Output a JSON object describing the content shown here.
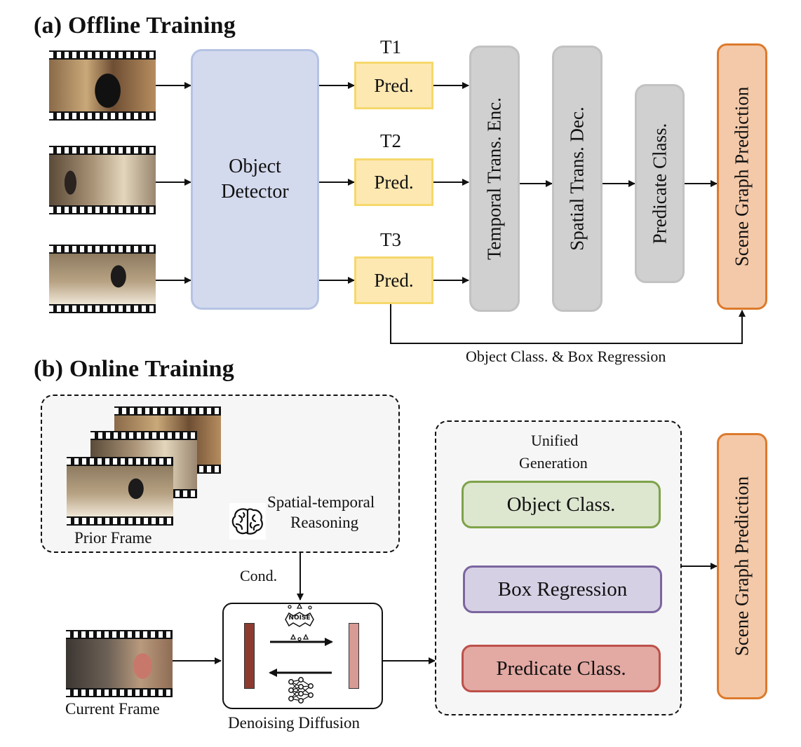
{
  "offline": {
    "title": "(a) Offline Training",
    "detector_label_line1": "Object",
    "detector_label_line2": "Detector",
    "frames": [
      {
        "t_label": "T1",
        "pred_label": "Pred."
      },
      {
        "t_label": "T2",
        "pred_label": "Pred."
      },
      {
        "t_label": "T3",
        "pred_label": "Pred."
      }
    ],
    "temporal_encoder": "Temporal Trans. Enc.",
    "spatial_decoder": "Spatial Trans. Dec.",
    "predicate_class": "Predicate Class.",
    "scene_graph": "Scene Graph Prediction",
    "bypass_label": "Object Class. & Box Regression"
  },
  "online": {
    "title": "(b) Online Training",
    "prior_frame_label": "Prior Frame",
    "reasoning_line1": "Spatial-temporal",
    "reasoning_line2": "Reasoning",
    "cond_label": "Cond.",
    "current_frame_label": "Current Frame",
    "noise_label": "NOISE",
    "diffusion_label": "Denoising Diffusion",
    "unified_line1": "Unified",
    "unified_line2": "Generation",
    "object_class": "Object Class.",
    "box_regression": "Box Regression",
    "predicate_class": "Predicate Class.",
    "scene_graph": "Scene Graph Prediction"
  },
  "icons": [
    "film-frame-icon",
    "brain-icon",
    "noise-icon",
    "neural-network-icon"
  ],
  "colors": {
    "detector_fill": "#d4daee",
    "pred_fill": "#fde8b1",
    "pred_border": "#f6d86c",
    "gray_fill": "#d0d0d0",
    "scene_graph_fill": "#f3c9a9",
    "scene_graph_border": "#dd7a2c",
    "object_class_fill": "#dde6cf",
    "object_class_border": "#7ea24a",
    "box_regression_fill": "#d6d0e4",
    "box_regression_border": "#7b659f",
    "predicate_class_fill": "#e3a9a3",
    "predicate_class_border": "#bd5049",
    "noisy_bar": "#8e3b2f",
    "clean_bar": "#d79a94"
  }
}
